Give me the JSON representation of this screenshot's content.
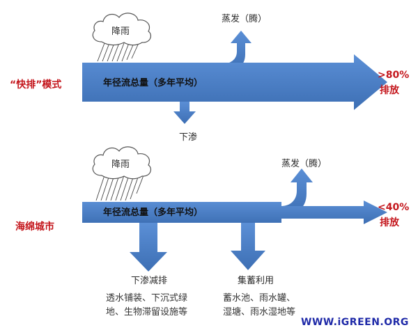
{
  "diagram": {
    "fast_drain": {
      "mode_label": "“快排”模式",
      "rain_label": "降雨",
      "flow_label": "年径流总量（多年平均）",
      "evap_label": "蒸发（腾）",
      "infiltration_label": "下渗",
      "discharge_pct": ">80%",
      "discharge_label": "排放"
    },
    "sponge_city": {
      "mode_label": "海绵城市",
      "rain_label": "降雨",
      "flow_label": "年径流总量（多年平均）",
      "evap_label": "蒸发（腾）",
      "infiltration_title": "下渗减排",
      "infiltration_detail_1": "透水铺装、下沉式绿",
      "infiltration_detail_2": "地、生物滞留设施等",
      "storage_title": "集蓄利用",
      "storage_detail_1": "蓄水池、雨水罐、",
      "storage_detail_2": "湿塘、雨水湿地等",
      "discharge_pct": "<40%",
      "discharge_label": "排放"
    },
    "watermark": "WWW.iGREEN.ORG",
    "colors": {
      "arrow": "#4a7cc2",
      "accent_red": "#c4161c",
      "cloud_stroke": "#555555",
      "watermark": "#1f2aa8"
    }
  }
}
